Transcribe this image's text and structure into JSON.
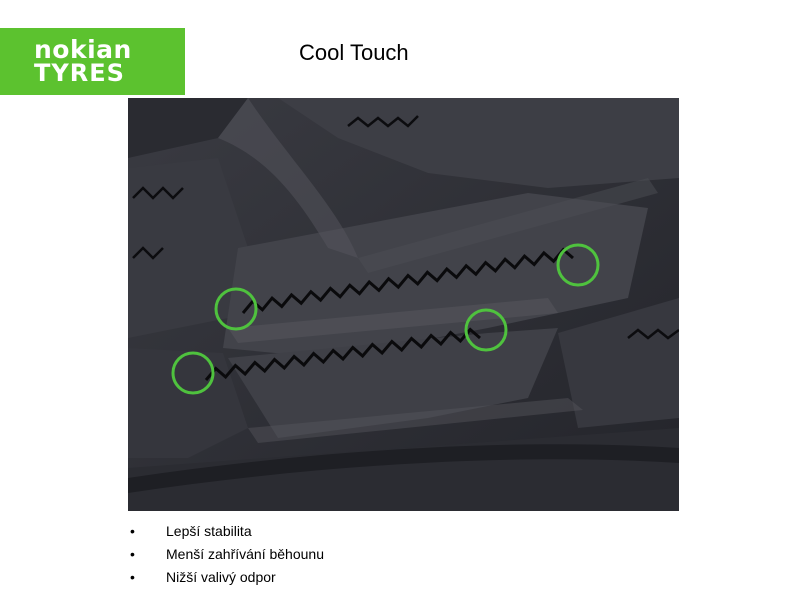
{
  "logo": {
    "line1": "nokian",
    "line2": "TYRES"
  },
  "title": "Cool Touch",
  "bullets": [
    {
      "text": "Lepší stabilita"
    },
    {
      "text": "Menší zahřívání běhounu"
    },
    {
      "text": "Nižší valivý odpor"
    }
  ],
  "colors": {
    "brand_green": "#5cc22f",
    "highlight_green": "#4fc23e",
    "tread_dark": "#2e2f35"
  }
}
